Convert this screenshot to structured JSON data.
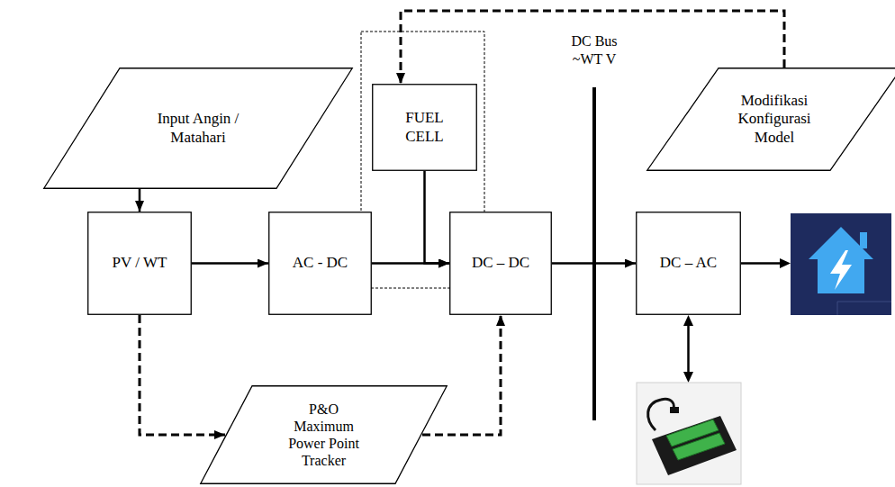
{
  "diagram": {
    "nodes": [
      {
        "text": [
          "Input Angin / Matahari"
        ]
      },
      {
        "text": [
          "FUEL CELL"
        ]
      },
      {
        "text": [
          "Modifikasi Konfigurasi Model"
        ]
      },
      {
        "text": [
          "PV / WT"
        ]
      },
      {
        "text": [
          "AC - DC"
        ]
      },
      {
        "text": [
          "DC – DC"
        ]
      },
      {
        "text": [
          "DC – AC"
        ]
      },
      {
        "text": [
          "P&O Maximum Power Point Tracker"
        ]
      }
    ],
    "edges": [
      {
        "from": 0,
        "to": 3,
        "arrow": "to"
      },
      {
        "from": 3,
        "to": 4,
        "arrow": "to"
      },
      {
        "from": 4,
        "to": 5,
        "arrow": "to"
      },
      {
        "from": 1,
        "to": 5,
        "arrow": "to"
      },
      {
        "from": 5,
        "to": 6,
        "arrow": "to"
      },
      {
        "from": 3,
        "to": 7,
        "arrow": "to"
      },
      {
        "from": 7,
        "to": 5,
        "arrow": "to"
      },
      {
        "from": 2,
        "to": 1,
        "arrow": "to"
      }
    ],
    "labels": [
      "DC Bus ~WT V"
    ]
  }
}
